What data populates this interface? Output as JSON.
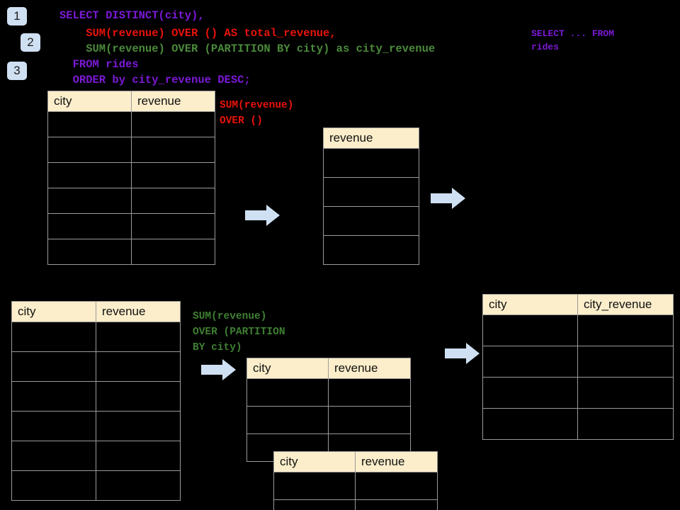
{
  "theme": {
    "background": "#000000",
    "badge_bg": "#cfe0f2",
    "table_header_bg": "#fceecb",
    "table_border": "#9a9a9a",
    "arrow_color": "#cfe0f2",
    "sql_purple": "#7b19d6",
    "sql_red": "#e8130a",
    "sql_green": "#4a8a3a"
  },
  "badges": [
    {
      "label": "1"
    },
    {
      "label": "2"
    },
    {
      "label": "3"
    }
  ],
  "sql": {
    "line1": "SELECT DISTINCT(city),",
    "line2": "    SUM(revenue) OVER () AS total_revenue,",
    "line3": "    SUM(revenue) OVER (PARTITION BY city) as city_revenue",
    "line4": "  FROM rides",
    "line5": "  ORDER by city_revenue DESC;"
  },
  "annotations": {
    "top_right": "SELECT ... FROM\nrides",
    "sum_over_empty": "SUM(revenue)\nOVER ()",
    "sum_over_partition": "SUM(revenue)\nOVER (PARTITION\nBY city)"
  },
  "tables": {
    "source_top": {
      "headers": [
        "city",
        "revenue"
      ],
      "row_count": 6
    },
    "total_revenue": {
      "headers": [
        "revenue"
      ],
      "row_count": 4
    },
    "source_bottom": {
      "headers": [
        "city",
        "revenue"
      ],
      "row_count": 6
    },
    "partition_a": {
      "headers": [
        "city",
        "revenue"
      ],
      "row_count": 3
    },
    "partition_b": {
      "headers": [
        "city",
        "revenue"
      ],
      "row_count": 2
    },
    "result": {
      "headers": [
        "city",
        "city_revenue"
      ],
      "row_count": 4
    }
  },
  "arrows": [
    {
      "name": "arrow-source-to-total"
    },
    {
      "name": "arrow-total-to-result"
    },
    {
      "name": "arrow-source-to-partition"
    },
    {
      "name": "arrow-partition-to-result"
    }
  ]
}
